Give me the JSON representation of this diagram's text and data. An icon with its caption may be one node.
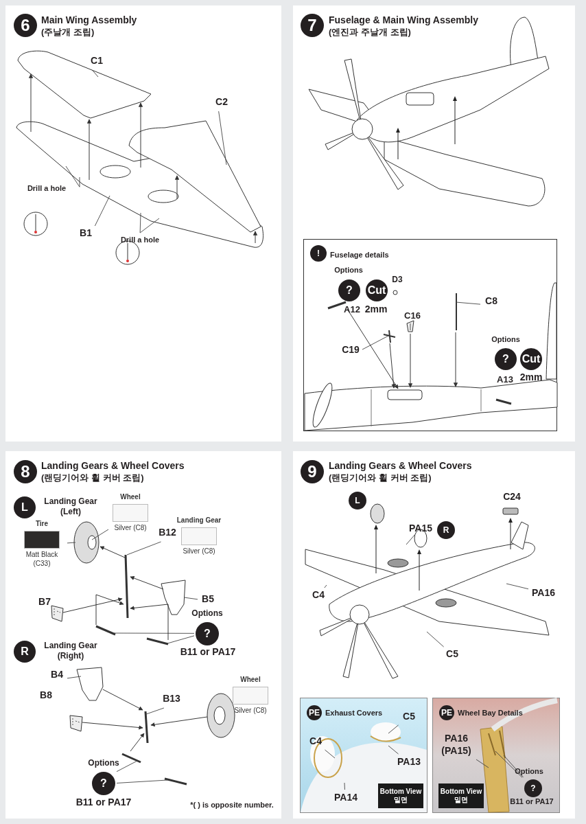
{
  "diagram": {
    "nodes": [
      {
        "text": [
          "Main Wing Assembly",
          "(주날개 조립)"
        ]
      },
      {
        "text": [
          "6"
        ],
        "in": 0
      },
      {
        "text": [
          "C1"
        ],
        "in": 0
      },
      {
        "text": [
          "C2"
        ],
        "in": 0
      },
      {
        "text": [
          "Drill a hole"
        ],
        "in": 0
      },
      {
        "text": [
          "B1"
        ],
        "in": 0
      },
      {
        "text": [
          "Drill a hole"
        ],
        "in": 0
      },
      {
        "text": [
          "Fuselage & Main Wing Assembly",
          "(엔진과 주날개 조립)"
        ]
      },
      {
        "text": [
          "7"
        ],
        "in": 7
      },
      {
        "text": [
          "Fuselage details"
        ],
        "in": 7
      },
      {
        "text": [
          "!"
        ],
        "in": 9
      },
      {
        "text": [
          "?"
        ],
        "in": 9,
        "beside": [
          "Options"
        ]
      },
      {
        "text": [
          "Cut"
        ],
        "in": 9,
        "beside": [
          "2mm"
        ]
      },
      {
        "text": [
          "C8"
        ],
        "in": 9
      },
      {
        "text": [
          "C19"
        ],
        "in": 9
      },
      {
        "text": [
          "?"
        ],
        "in": 9,
        "beside": [
          "Options"
        ]
      },
      {
        "text": [
          "Cut"
        ],
        "in": 9,
        "beside": [
          "2mm"
        ]
      },
      {
        "text": [
          "Landing Gears & Wheel Covers",
          "(랜딩기어와 휠 커버 조립)"
        ]
      },
      {
        "text": [
          "8"
        ],
        "in": 17
      },
      {
        "text": [
          "L"
        ],
        "in": 17,
        "beside": [
          "Landing Gear (Left)"
        ]
      },
      {
        "text": [
          "Wheel",
          "Silver (C8)"
        ],
        "in": 17
      },
      {
        "text": [
          "Tire",
          "Matt Black (C33)"
        ],
        "in": 17
      },
      {
        "text": [
          "Landing Gear",
          "Silver (C8)"
        ],
        "in": 17
      },
      {
        "text": [
          "B12"
        ],
        "in": 17
      },
      {
        "text": [
          "B5"
        ],
        "in": 17
      },
      {
        "text": [
          "?"
        ],
        "in": 17,
        "beside": [
          "Options",
          "B11 or PA17"
        ]
      },
      {
        "text": [
          "R"
        ],
        "in": 17,
        "beside": [
          "Landing Gear (Right)"
        ]
      },
      {
        "text": [
          "B4"
        ],
        "in": 17
      },
      {
        "text": [
          "B13"
        ],
        "in": 17
      },
      {
        "text": [
          "Wheel",
          "Silver (C8)"
        ],
        "in": 17
      },
      {
        "text": [
          "?"
        ],
        "in": 17,
        "beside": [
          "Options",
          "B11 or PA17"
        ]
      },
      {
        "text": [
          "Landing Gears & Wheel Covers",
          "(랜딩기어와 휠 커버 조립)"
        ]
      },
      {
        "text": [
          "9"
        ],
        "in": 31
      },
      {
        "text": [
          "L"
        ],
        "in": 31
      },
      {
        "text": [
          "R"
        ],
        "in": 31
      },
      {
        "text": [
          "PA15"
        ],
        "in": 31
      },
      {
        "text": [
          "C4"
        ],
        "in": 31
      },
      {
        "text": [
          "PA16"
        ],
        "in": 31
      },
      {
        "text": [
          "C5"
        ],
        "in": 31
      },
      {
        "text": [
          "Exhaust Covers"
        ],
        "in": 31
      },
      {
        "text": [
          "PE"
        ],
        "in": 39
      },
      {
        "text": [
          "C5"
        ],
        "in": 39
      },
      {
        "text": [
          "C4"
        ],
        "in": 39
      },
      {
        "text": [
          "PA13"
        ],
        "in": 39
      },
      {
        "text": [
          "PA14"
        ],
        "in": 39
      },
      {
        "text": [
          "Bottom View",
          "밑면"
        ],
        "in": 39
      },
      {
        "text": [
          "Wheel Bay Details"
        ],
        "in": 31
      },
      {
        "text": [
          "PE"
        ],
        "in": 46
      },
      {
        "text": [
          "PA16 (PA15)"
        ],
        "in": 46
      },
      {
        "text": [
          "?"
        ],
        "in": 46,
        "beside": [
          "Options",
          "B11 or PA17"
        ]
      },
      {
        "text": [
          "Bottom View",
          "밑면"
        ],
        "in": 46
      },
      {
        "text": [],
        "shape": "picture",
        "in": 0
      },
      {
        "text": [],
        "shape": "picture",
        "in": 0
      },
      {
        "text": [],
        "shape": "picture",
        "in": 0
      },
      {
        "text": [],
        "shape": "picture",
        "in": 9
      },
      {
        "text": [],
        "shape": "picture",
        "in": 9
      },
      {
        "text": [],
        "shape": "picture",
        "in": 17
      },
      {
        "text": [],
        "shape": "picture",
        "in": 17
      },
      {
        "text": [],
        "shape": "picture",
        "in": 17
      },
      {
        "text": [],
        "shape": "picture",
        "in": 17
      },
      {
        "text": [],
        "shape": "picture",
        "in": 17
      },
      {
        "text": [],
        "shape": "picture",
        "in": 17
      },
      {
        "text": [],
        "shape": "picture",
        "in": 17
      },
      {
        "text": [],
        "shape": "picture",
        "in": 17
      },
      {
        "text": [],
        "shape": "picture",
        "in": 17
      },
      {
        "text": [],
        "shape": "picture",
        "in": 17
      },
      {
        "text": [],
        "shape": "picture",
        "in": 17
      },
      {
        "text": [],
        "shape": "picture",
        "in": 17
      },
      {
        "text": [],
        "shape": "picture",
        "in": 9
      },
      {
        "text": [],
        "shape": "picture",
        "in": 9
      },
      {
        "text": [],
        "shape": "picture",
        "in": 9
      }
    ],
    "edges": [
      {
        "from": 2,
        "to": 51,
        "arrow": "none"
      },
      {
        "from": 3,
        "to": 53,
        "arrow": "none"
      },
      {
        "from": 4,
        "to": 52,
        "arrow": "none"
      },
      {
        "from": 4,
        "to": 52,
        "arrow": "none"
      },
      {
        "from": 5,
        "to": 52,
        "arrow": "none"
      },
      {
        "from": 6,
        "to": 52,
        "arrow": "none"
      },
      {
        "from": 6,
        "to": 52,
        "arrow": "none"
      },
      {
        "from": 13,
        "to": 54,
        "arrow": "none"
      },
      {
        "from": 14,
        "to": 55,
        "arrow": "none"
      },
      {
        "from": 20,
        "to": 56,
        "arrow": "none"
      },
      {
        "from": 21,
        "to": 56,
        "arrow": "none"
      },
      {
        "from": 23,
        "to": 57,
        "arrow": "none"
      },
      {
        "from": 24,
        "to": 58,
        "arrow": "none"
      },
      {
        "from": 25,
        "to": 59,
        "arrow": "none"
      },
      {
        "from": 25,
        "to": 60,
        "arrow": "none"
      },
      {
        "from": 27,
        "to": 61,
        "arrow": "none"
      },
      {
        "from": 28,
        "to": 62,
        "arrow": "none"
      },
      {
        "from": 30,
        "to": 63,
        "arrow": "none"
      },
      {
        "from": 30,
        "to": 64,
        "arrow": "none"
      },
      {
        "from": 35,
        "to": null,
        "arrow": "none"
      },
      {
        "from": 36,
        "to": null,
        "arrow": "none"
      },
      {
        "from": 37,
        "to": null,
        "arrow": "none"
      },
      {
        "from": 38,
        "to": null,
        "arrow": "none"
      },
      {
        "from": 41,
        "to": null,
        "arrow": "none"
      },
      {
        "from": 42,
        "to": null,
        "arrow": "none"
      },
      {
        "from": 43,
        "to": null,
        "arrow": "none"
      },
      {
        "from": 44,
        "to": null,
        "arrow": "none"
      },
      {
        "from": 48,
        "to": null,
        "arrow": "none"
      },
      {
        "from": 49,
        "to": null,
        "arrow": "none"
      },
      {
        "from": 49,
        "to": null,
        "arrow": "none"
      },
      {
        "from": 52,
        "to": 51,
        "arrow": "to"
      },
      {
        "from": 52,
        "to": 51,
        "arrow": "to"
      },
      {
        "from": 52,
        "to": 51,
        "arrow": "to"
      },
      {
        "from": 52,
        "to": 53,
        "arrow": "to"
      },
      {
        "from": 52,
        "to": 53,
        "arrow": "to"
      },
      {
        "from": 57,
        "to": 56,
        "arrow": "to"
      },
      {
        "from": 58,
        "to": 57,
        "arrow": "to"
      },
      {
        "from": 66,
        "to": 57,
        "arrow": "to"
      },
      {
        "from": 59,
        "to": 57,
        "arrow": "to"
      },
      {
        "from": 60,
        "to": 57,
        "arrow": "to"
      },
      {
        "from": 61,
        "to": 62,
        "arrow": "to"
      },
      {
        "from": 65,
        "to": 62,
        "arrow": "to"
      },
      {
        "from": 67,
        "to": 62,
        "arrow": "to"
      },
      {
        "from": 63,
        "to": 62,
        "arrow": "to"
      },
      {
        "from": 54,
        "to": 68,
        "arrow": "to"
      },
      {
        "from": 55,
        "to": 68,
        "arrow": "to"
      },
      {
        "from": 69,
        "to": 68,
        "arrow": "to"
      },
      {
        "from": 70,
        "to": 68,
        "arrow": "to"
      }
    ],
    "labels": [
      "D3",
      "A12",
      "C16",
      "A13",
      "B7",
      "B8",
      "*( ) is opposite number.",
      "C24"
    ]
  }
}
